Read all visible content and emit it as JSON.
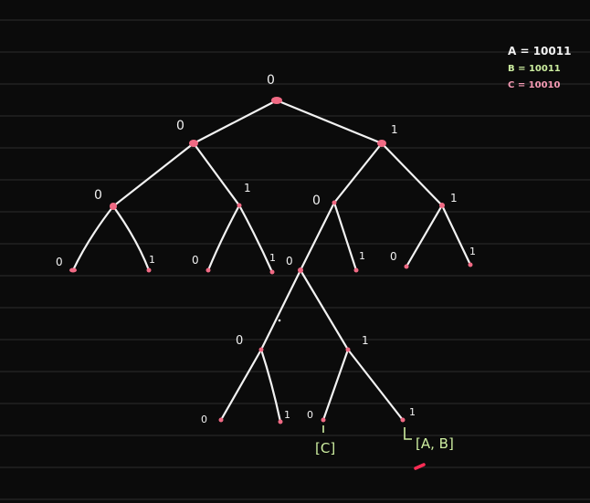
{
  "colors": {
    "background": "#0b0b0b",
    "ruled_line": "#1c1c1c",
    "edge": "#f2f2f2",
    "node": "#f06a84",
    "label": "#f2f2f2",
    "legend_a": "#f2f2f2",
    "legend_b": "#cdeea0",
    "legend_c": "#f59ab4",
    "result_text": "#cdeea0",
    "cursor": "#ff2d55"
  },
  "legend": {
    "a": "A = 10011",
    "b": "B = 10011",
    "c": "C = 10010"
  },
  "tree": {
    "root_label": "0",
    "l1_left_label": "0",
    "l1_right_label": "1",
    "l2_ll_label": "0",
    "l2_lr_label": "1",
    "l2_rl_label": "0",
    "l2_rr_label": "1",
    "l3_lll_label": "0",
    "l3_llr_label": "1",
    "l3_lrl_label": "0",
    "l3_lrr_label": "1",
    "l3_rll_label": "0",
    "l3_rlr_label": "1",
    "l3_rrl_label": "0",
    "l3_rrr_label": "1",
    "l4_left_label": "0",
    "l4_right_label": "1",
    "l5_ll_label": "0",
    "l5_lr_label": "1",
    "l5_rl_label": "0",
    "l5_rr_label": "1"
  },
  "results": {
    "c_leaf": "[C]",
    "ab_leaf": "[A, B]"
  }
}
